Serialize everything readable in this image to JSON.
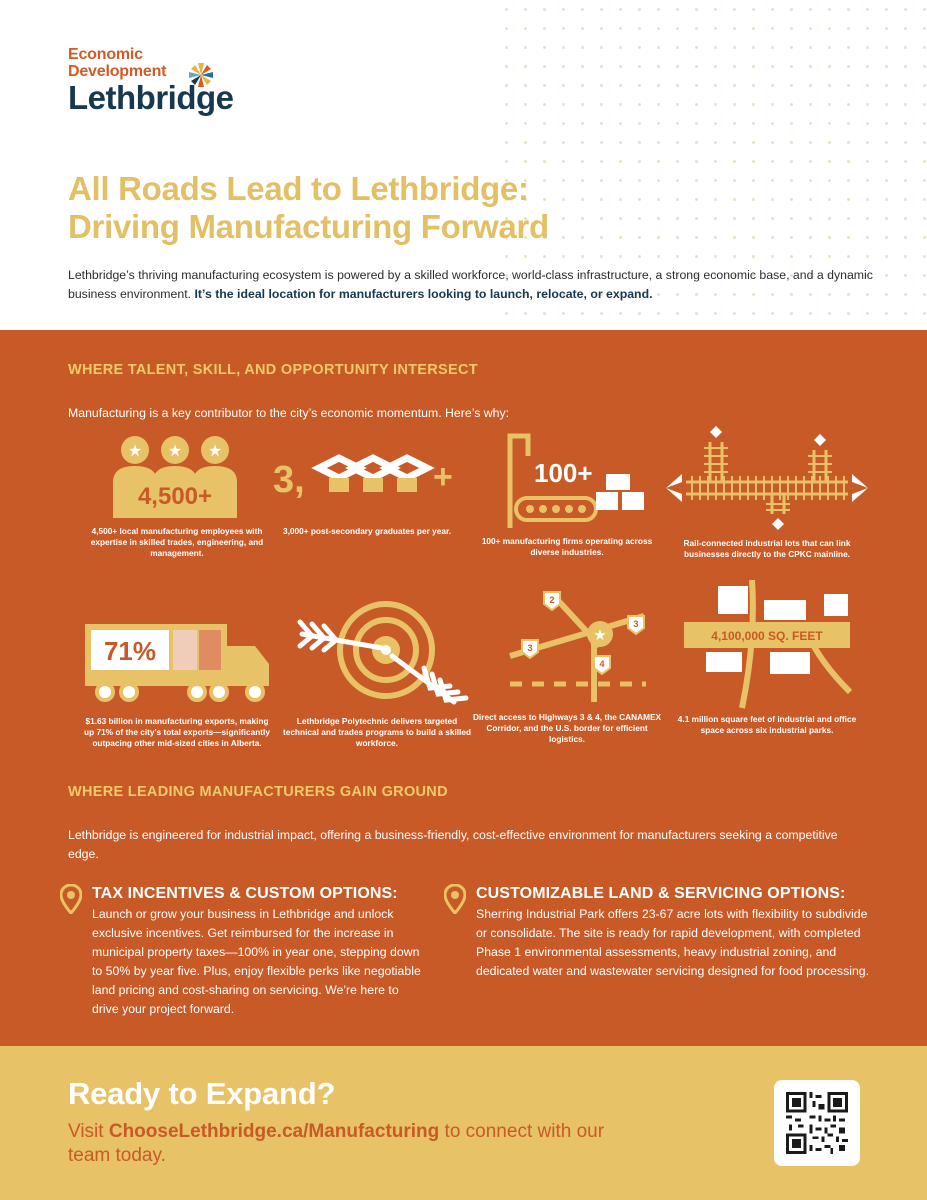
{
  "logo": {
    "line1": "Economic",
    "line2": "Development",
    "line3": "Lethbridge",
    "icon": "pinwheel-flower-icon"
  },
  "title": {
    "line1": "All Roads Lead to Lethbridge:",
    "line2": "Driving Manufacturing Forward"
  },
  "intro": {
    "text": "Lethbridge’s thriving manufacturing ecosystem is powered by a skilled workforce, world-class infrastructure, a strong economic base, and a dynamic business environment.",
    "bold": "It’s the ideal location for manufacturers looking to launch, relocate, or expand."
  },
  "section1": {
    "heading": "WHERE TALENT, SKILL, AND OPPORTUNITY INTERSECT",
    "lead": "Manufacturing is a key contributor to the city’s economic momentum. Here’s why:"
  },
  "stats": [
    {
      "graphic": "4,500+",
      "icon": "workers-stars-icon",
      "caption": "4,500+ local manufacturing employees with expertise in skilled trades, engineering, and management."
    },
    {
      "graphic_prefix": "3,",
      "graphic_suffix": "+",
      "icon": "graduation-caps-icon",
      "caption": "3,000+ post-secondary graduates per year."
    },
    {
      "graphic": "100+",
      "icon": "conveyor-boxes-icon",
      "caption": "100+ manufacturing firms operating across diverse industries."
    },
    {
      "icon": "railway-tracks-icon",
      "caption": "Rail-connected industrial lots that can link businesses directly to the CPKC mainline."
    },
    {
      "graphic": "71%",
      "icon": "truck-trailer-icon",
      "caption": "$1.63 billion in manufacturing exports, making up 71% of the city’s total exports—significantly outpacing other mid-sized cities in Alberta."
    },
    {
      "icon": "target-arrow-icon",
      "caption": "Lethbridge Polytechnic delivers targeted technical and trades programs to build a skilled workforce."
    },
    {
      "route_labels": [
        "2",
        "3",
        "3",
        "4"
      ],
      "icon": "highway-map-icon",
      "caption": "Direct access to Highways 3 & 4, the CANAMEX Corridor, and the U.S. border for efficient logistics."
    },
    {
      "graphic": "4,100,000 SQ. FEET",
      "icon": "industrial-parks-icon",
      "caption": "4.1 million square feet of industrial and office space across six industrial parks."
    }
  ],
  "section2": {
    "heading": "WHERE LEADING MANUFACTURERS GAIN GROUND",
    "lead": "Lethbridge is engineered for industrial impact, offering a business-friendly, cost-effective environment for manufacturers seeking a competitive edge."
  },
  "features": [
    {
      "icon": "location-pin-icon",
      "title": "TAX INCENTIVES & CUSTOM OPTIONS:",
      "text": "Launch or grow your business in Lethbridge and unlock exclusive incentives. Get reimbursed for the increase in municipal property taxes—100% in year one, stepping down to 50% by year five. Plus, enjoy flexible perks like negotiable land pricing and cost-sharing on servicing. We’re here to drive your project forward."
    },
    {
      "icon": "location-pin-icon",
      "title": "CUSTOMIZABLE LAND & SERVICING OPTIONS:",
      "text": "Sherring Industrial Park offers 23-67 acre lots with flexibility to subdivide or consolidate. The site is ready for rapid development, with completed Phase 1 environmental assessments, heavy industrial zoning, and dedicated water and wastewater servicing designed for food processing."
    }
  ],
  "cta": {
    "title": "Ready to Expand?",
    "pre": "Visit",
    "link": "ChooseLethbridge.ca/Manufacturing",
    "post": "to connect with our team today.",
    "qr_icon": "qr-code-icon"
  },
  "colors": {
    "orange": "#c85a27",
    "gold": "#e8c267",
    "navy": "#17384f",
    "light_gold": "#f0c96b"
  }
}
